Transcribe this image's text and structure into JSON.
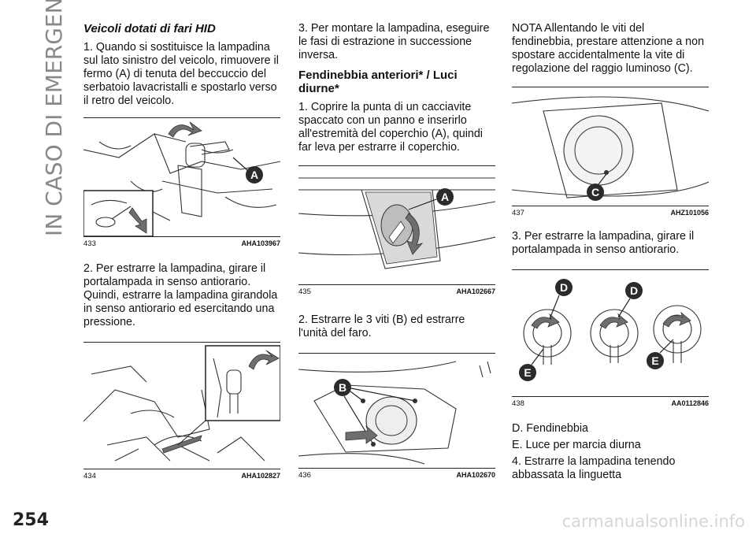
{
  "side_tab": "IN CASO DI EMERGENZA",
  "page_number": "254",
  "col1": {
    "heading": "Veicoli dotati di fari HID",
    "p1": "1. Quando si sostituisce la lampadina sul lato sinistro del veicolo, rimuovere il fermo (A) di tenuta del beccuccio del serbatoio lavacristalli e spostarlo verso il retro del veicolo.",
    "fig1": {
      "num": "433",
      "code": "AHA103967",
      "label": "A"
    },
    "p2": "2. Per estrarre la lampadina, girare il portalampada in senso antiorario. Quindi, estrarre la lampadina girandola in senso antiorario ed esercitando una pressione.",
    "fig2": {
      "num": "434",
      "code": "AHA102827"
    }
  },
  "col2": {
    "p1": "3. Per montare la lampadina, eseguire le fasi di estrazione in successione inversa.",
    "heading": "Fendinebbia anteriori* / Luci diurne*",
    "p2": "1. Coprire la punta di un cacciavite spaccato con un panno e inserirlo all'estremità del coperchio (A), quindi far leva per estrarre il coperchio.",
    "fig1": {
      "num": "435",
      "code": "AHA102667",
      "label": "A"
    },
    "p3": "2. Estrarre le 3 viti (B) ed estrarre l'unità del faro.",
    "fig2": {
      "num": "436",
      "code": "AHA102670",
      "label": "B"
    }
  },
  "col3": {
    "note": "NOTA Allentando le viti del fendinebbia, prestare attenzione a non spostare accidentalmente la vite di regolazione del raggio luminoso (C).",
    "fig1": {
      "num": "437",
      "code": "AHZ101056",
      "label": "C"
    },
    "p1": "3. Per estrarre la lampadina, girare il portalampada in senso antiorario.",
    "fig2": {
      "num": "438",
      "code": "AA0112846",
      "label_d": "D",
      "label_e": "E"
    },
    "legend_d": "D. Fendinebbia",
    "legend_e": "E. Luce per marcia diurna",
    "p2": "4. Estrarre la lampadina tenendo abbassata la linguetta"
  },
  "watermark": "carmanualsonline.info",
  "colors": {
    "label_badge": "#2b2b2b",
    "arrow_fill": "#6e6e6e",
    "tab_text": "#888888"
  }
}
